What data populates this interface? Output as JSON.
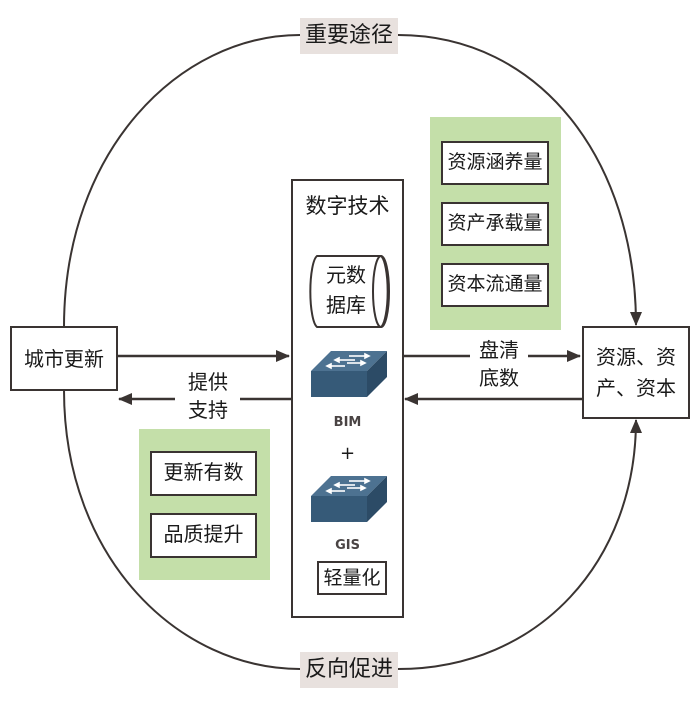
{
  "diagram": {
    "top_path_label": "重要途径",
    "bottom_path_label": "反向促进",
    "left_node": "城市更新",
    "right_node": "资源、资产、资本",
    "center": {
      "title": "数字技术",
      "database_label": "元数据库",
      "tech_1": "BIM",
      "plus": "+",
      "tech_2": "GIS",
      "footer_label": "轻量化"
    },
    "left_arrow_label": "提供支持",
    "right_arrow_label": "盘清底数",
    "right_panel_items": [
      "资源涵养量",
      "资产承载量",
      "资本流通量"
    ],
    "left_panel_items": [
      "更新有数",
      "品质提升"
    ],
    "colors": {
      "panel_green": "#c4dfa9",
      "label_bg": "#e8e1de",
      "line": "#3a3432",
      "switch_blue": "#3b5f7e"
    }
  }
}
